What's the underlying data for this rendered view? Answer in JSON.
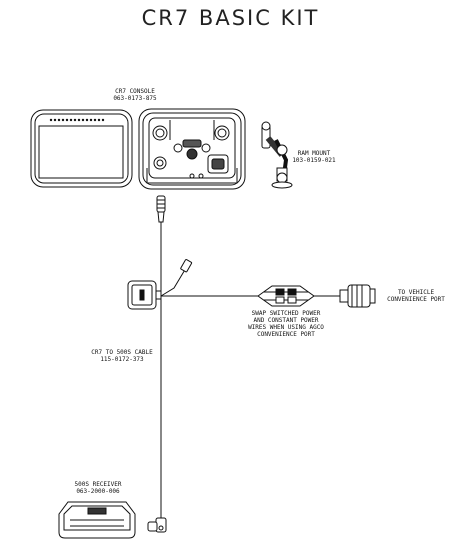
{
  "title": "CR7 BASIC KIT",
  "console": {
    "name": "CR7 CONSOLE",
    "part": "063-0173-875"
  },
  "ram_mount": {
    "name": "RAM MOUNT",
    "part": "103-0159-021"
  },
  "vehicle_port": {
    "line1": "TO VEHICLE",
    "line2": "CONVENIENCE PORT"
  },
  "swap_note": {
    "line1": "SWAP SWITCHED POWER",
    "line2": "AND CONSTANT POWER",
    "line3": "WIRES WHEN USING AGCO",
    "line4": "CONVENIENCE PORT"
  },
  "cable": {
    "name": "CR7 TO 500S CABLE",
    "part": "115-0172-373"
  },
  "receiver": {
    "name": "500S RECEIVER",
    "part": "063-2000-006"
  }
}
